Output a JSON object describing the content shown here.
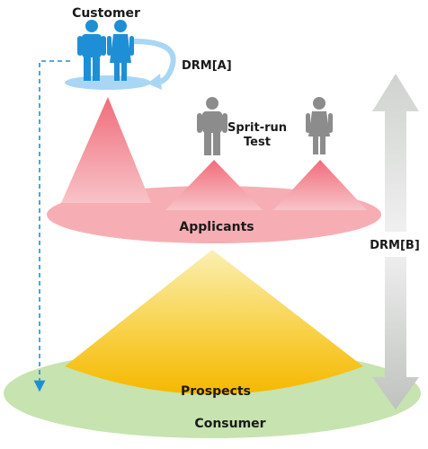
{
  "diagram": {
    "customer_label": "Customer",
    "drm_a_label": "DRM[A]",
    "test_label_line1": "Sprit-run",
    "test_label_line2": "Test",
    "applicants_label": "Applicants",
    "drm_b_label": "DRM[B]",
    "prospects_label": "Prospects",
    "consumer_label": "Consumer"
  },
  "icons": {
    "customer_male": "person-male-icon",
    "customer_female": "person-female-icon",
    "gray_male": "person-male-icon",
    "gray_female": "person-female-icon",
    "loop_arrow": "curved-arrow-icon",
    "dashed_arrow": "dashed-down-arrow-icon",
    "double_arrow": "double-headed-arrow-icon"
  },
  "colors": {
    "customer_blue": "#1e8fd6",
    "platform_blue": "#a9d6f5",
    "applicants_pink": "#f6aeb4",
    "peak_pink": "#f07a84",
    "prospects_yellow": "#f7c618",
    "consumer_green": "#c7e3b0",
    "gray_person": "#8c8c8c",
    "double_arrow_gray": "#cfd2cf"
  }
}
